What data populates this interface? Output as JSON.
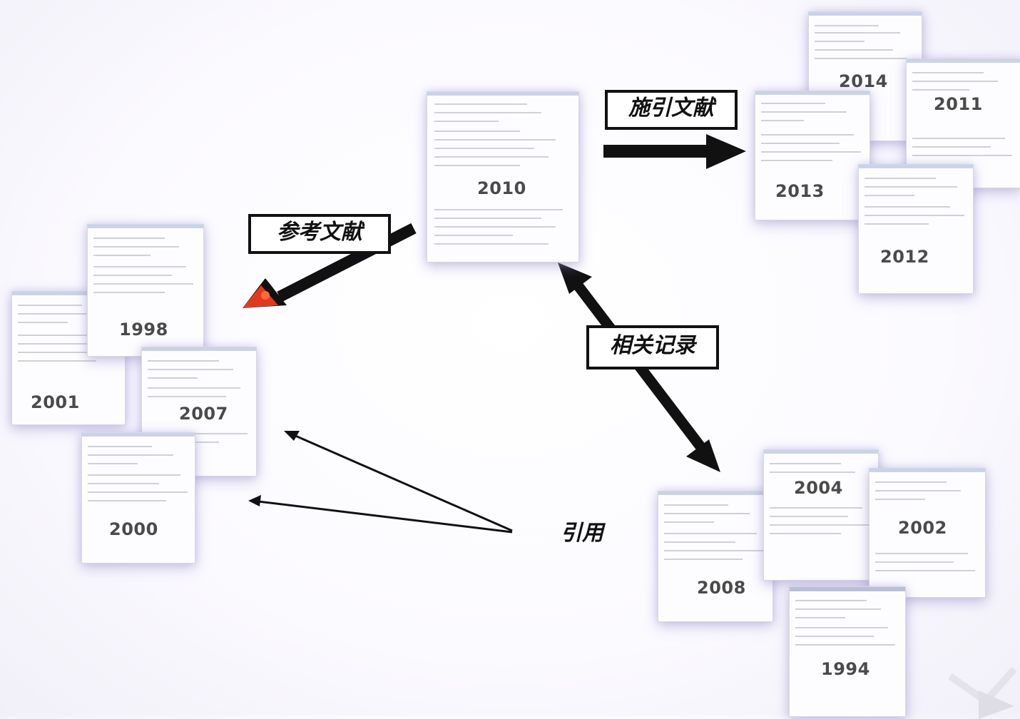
{
  "labels": {
    "cited_by": "施引文献",
    "references": "参考文献",
    "related": "相关记录",
    "cites": "引用"
  },
  "documents": {
    "y2014": "2014",
    "y2011": "2011",
    "y2013": "2013",
    "y2012": "2012",
    "y2010": "2010",
    "y1998": "1998",
    "y2001": "2001",
    "y2007": "2007",
    "y2000": "2000",
    "y2004": "2004",
    "y2002": "2002",
    "y2008": "2008",
    "y1994": "1994"
  },
  "colors": {
    "arrow": "#111111",
    "marker": "#e03a1e",
    "doc_border": "#d8d8e2"
  },
  "icons": {
    "play": "play-icon"
  }
}
